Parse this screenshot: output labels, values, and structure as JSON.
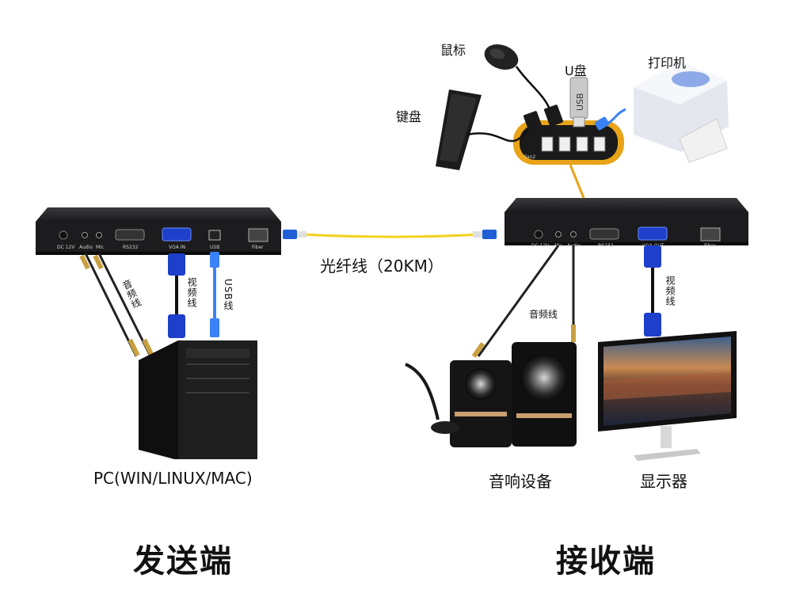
{
  "labels": {
    "mouse": "鼠标",
    "usb_drive": "U盘",
    "printer": "打印机",
    "keyboard": "键盘",
    "fiber_cable": "光纤线（20KM）",
    "pc": "PC(WIN/LINUX/MAC)",
    "audio_equipment": "音响设备",
    "monitor": "显示器",
    "sender": "发送端",
    "receiver": "接收端",
    "audio_cable_left": "音频线",
    "video_cable_left": "视频线",
    "usb_cable": "USB线",
    "audio_cable_right": "音频线",
    "video_cable_right": "视频线"
  },
  "sender_ports": {
    "dc": "DC 12V",
    "audio": "Audio",
    "mic": "Mic",
    "rs232": "RS232",
    "vga": "VGA IN",
    "usb": "USB",
    "fiber": "Fiber"
  },
  "receiver_ports": {
    "dc": "DC 12V",
    "mic": "Mic",
    "audio": "Audio",
    "rs232": "RS232",
    "vga": "VGA OUT",
    "fiber": "Fiber"
  },
  "usb_stick_text": "USB",
  "hub_text": "Fan2",
  "colors": {
    "device_body": "#1c1c1e",
    "fiber_cable": "#f3d21c",
    "fiber_connector": "#1f5fd6",
    "vga_connector": "#1d3fc9",
    "usb_cable": "#3b82f6",
    "hub_frame": "#e8a317"
  }
}
